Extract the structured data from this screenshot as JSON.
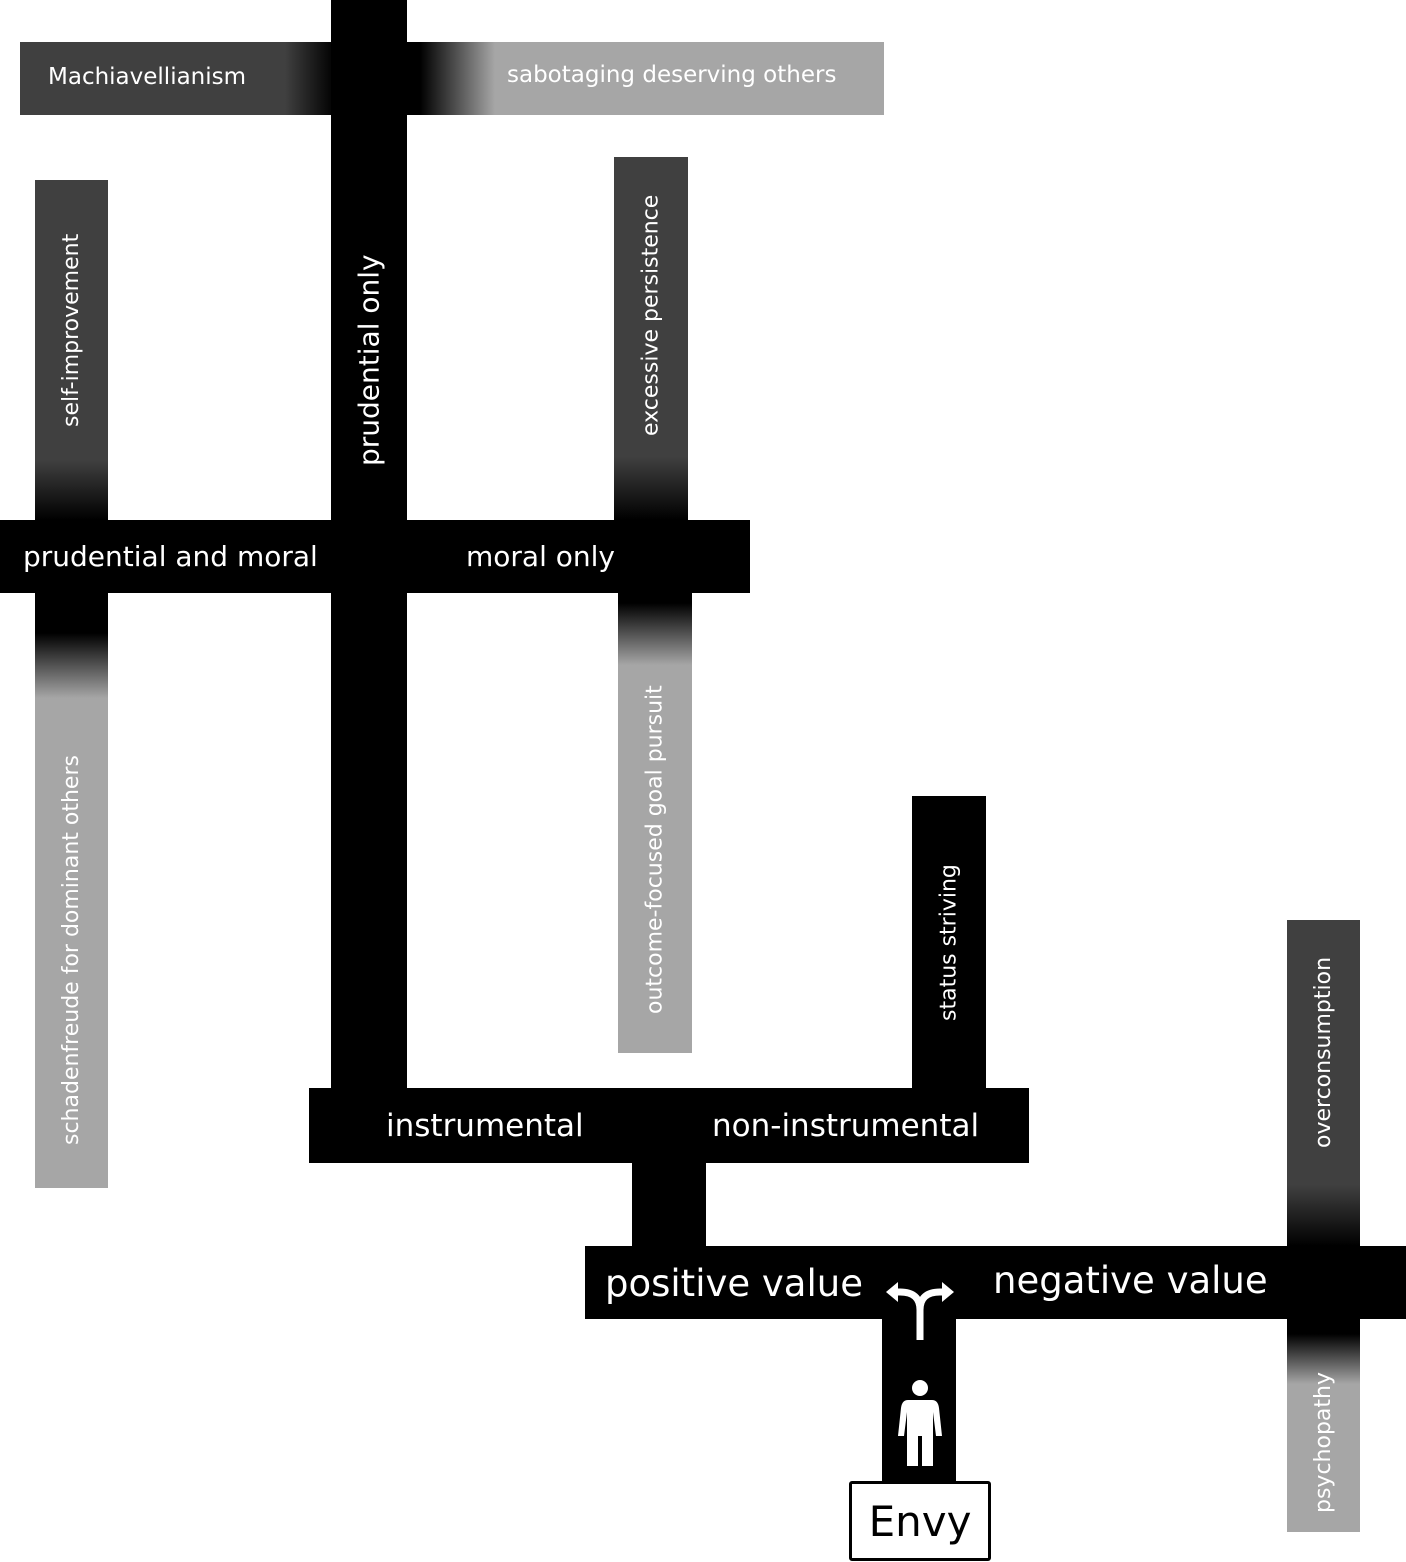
{
  "title": "Envy",
  "root": {
    "label": "Envy"
  },
  "value_branch": {
    "left": "positive value",
    "right": "negative value"
  },
  "instrumentality_branch": {
    "left": "instrumental",
    "right": "non-instrumental"
  },
  "benefit_branch": {
    "left": "prudential and moral",
    "right": "moral only",
    "up": "prudential only"
  },
  "outcomes": {
    "machiavellianism": "Machiavellianism",
    "sabotaging": "sabotaging deserving others",
    "self_improvement": "self-improvement",
    "schadenfreude": "schadenfreude for dominant others",
    "excessive_persistence": "excessive persistence",
    "outcome_focused": "outcome-focused goal pursuit",
    "status_striving": "status striving",
    "overconsumption": "overconsumption",
    "psychopathy": "psychopathy"
  },
  "colors": {
    "dark": "#404040",
    "light": "#a6a6a6",
    "path": "#000000"
  }
}
